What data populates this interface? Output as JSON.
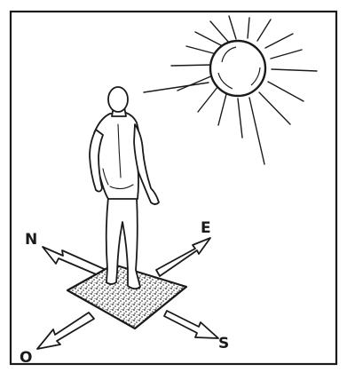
{
  "figure": {
    "compass": {
      "north": "N",
      "east": "E",
      "south": "S",
      "west": "O"
    }
  },
  "colors": {
    "ink": "#1a1a1a",
    "paper": "#ffffff"
  }
}
